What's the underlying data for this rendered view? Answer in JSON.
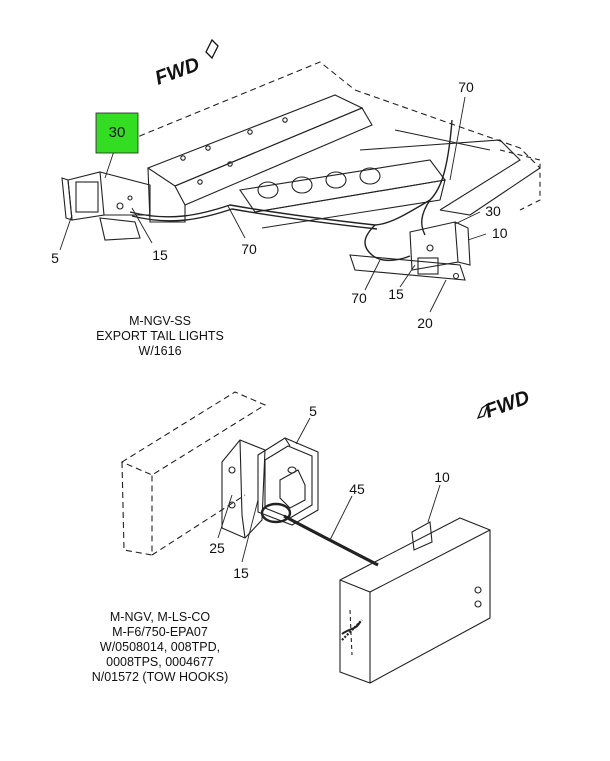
{
  "top_view": {
    "fwd_label": "FWD",
    "callouts": [
      "70",
      "30",
      "5",
      "15",
      "70",
      "30",
      "10",
      "70",
      "15",
      "20"
    ],
    "highlighted_callout": "30",
    "highlight_color": "#33dd22",
    "caption": [
      "M-NGV-SS",
      "EXPORT TAIL LIGHTS",
      "W/1616"
    ]
  },
  "bottom_view": {
    "fwd_label": "FWD",
    "callouts": [
      "5",
      "45",
      "10",
      "25",
      "15"
    ],
    "caption": [
      "M-NGV, M-LS-CO",
      "M-F6/750-EPA07",
      "W/0508014, 008TPD,",
      "0008TPS, 0004677",
      "N/01572 (TOW HOOKS)"
    ]
  }
}
